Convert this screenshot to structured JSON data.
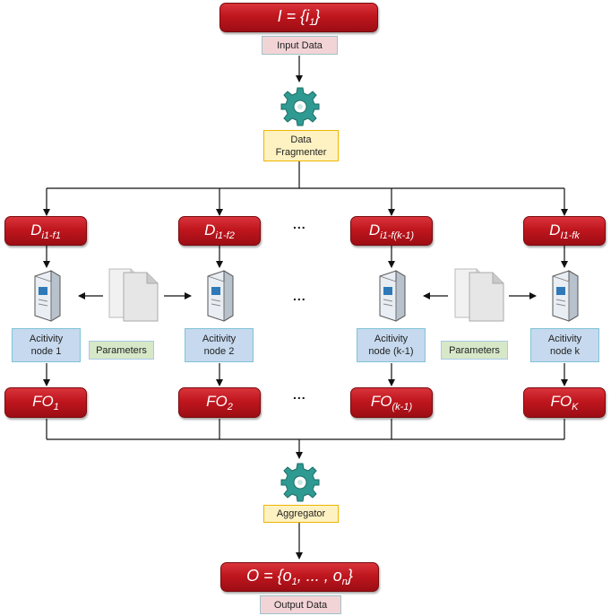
{
  "input": {
    "label": "I = {i",
    "sub": "1",
    "close": "}",
    "caption": "Input Data"
  },
  "fragmenter": {
    "line1": "Data",
    "line2": "Fragmenter"
  },
  "fragments": [
    {
      "base": "D",
      "sub": "i1-f1"
    },
    {
      "base": "D",
      "sub": "i1-f2"
    },
    {
      "base": "D",
      "sub": "i1-f(k-1)"
    },
    {
      "base": "D",
      "sub": "I1-fk"
    }
  ],
  "activity_nodes": [
    {
      "line1": "Acitivity",
      "line2": "node 1"
    },
    {
      "line1": "Acitivity",
      "line2": "node 2"
    },
    {
      "line1": "Acitivity",
      "line2": "node (k-1)"
    },
    {
      "line1": "Acitivity",
      "line2": "node k"
    }
  ],
  "parameters": [
    "Parameters",
    "Parameters"
  ],
  "outputs": [
    {
      "base": "FO",
      "sub": "1"
    },
    {
      "base": "FO",
      "sub": "2"
    },
    {
      "base": "FO",
      "sub": "(k-1)"
    },
    {
      "base": "FO",
      "sub": "K"
    }
  ],
  "ellipsis": "...",
  "aggregator": {
    "label": "Aggregator"
  },
  "output": {
    "pre": "O = {o",
    "sub1": "1",
    "mid": ", ... , o",
    "sub2": "n",
    "close": "}",
    "caption": "Output Data"
  },
  "colors": {
    "red": "#c0161e",
    "gear": "#2f9a92",
    "activity": "#c6d9ee",
    "params": "#d7e8c9",
    "fragmenter": "#fff2c2",
    "caption": "#f2d4d7"
  }
}
